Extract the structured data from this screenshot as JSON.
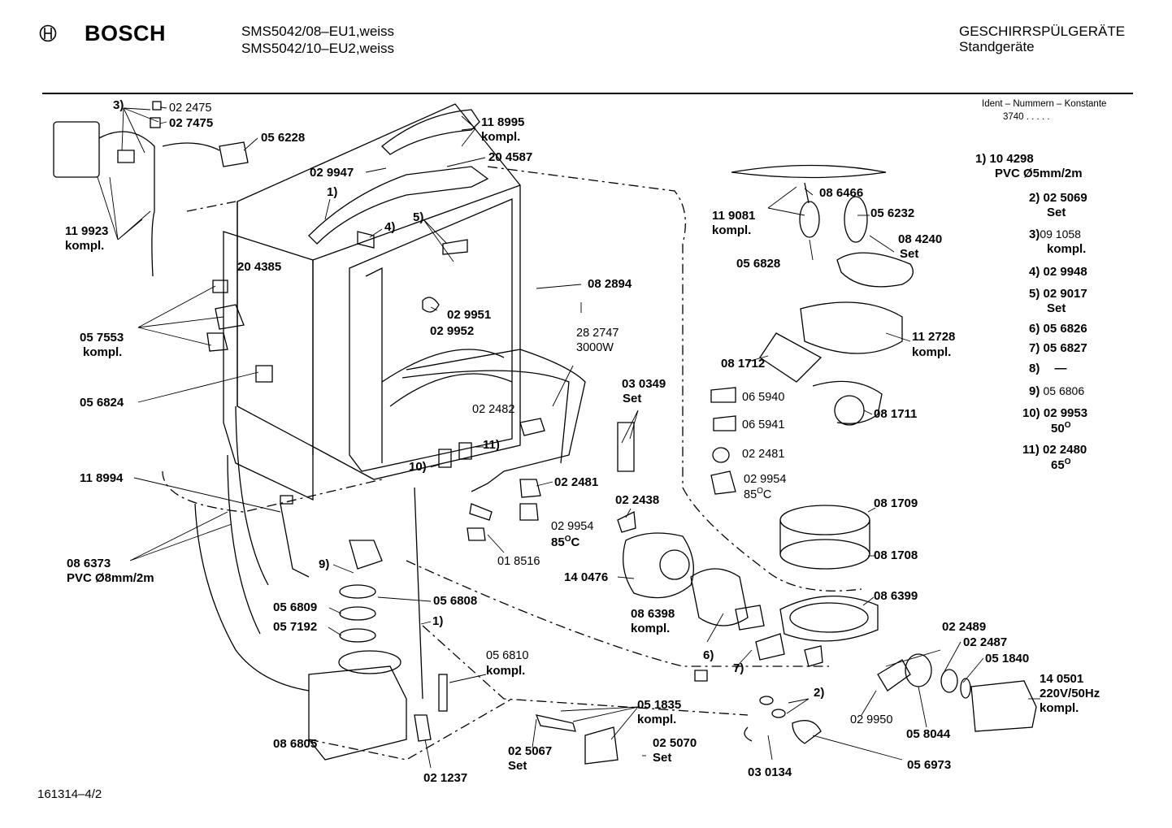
{
  "header": {
    "brand": "BOSCH",
    "models": [
      "SMS5042/08–EU1,weiss",
      "SMS5042/10–EU2,weiss"
    ],
    "category": "GESCHIRRSPÜLGERÄTE",
    "subcategory": "Standgeräte",
    "ident_title": "Ident – Nummern – Konstante",
    "ident_value": "3740  .  .  .  .  ."
  },
  "labels": {
    "l3": "3)",
    "n022475": "02 2475",
    "n027475": "02 7475",
    "n056228": "05 6228",
    "n118995": "11 8995",
    "kompl_a": "kompl.",
    "n204587": "20 4587",
    "n029947": "02 9947",
    "l1a": "1)",
    "l4": "4)",
    "l5": "5)",
    "n119923": "11 9923",
    "kompl_b": "kompl.",
    "n204385": "20 4385",
    "n082894": "08 2894",
    "n029951": "02 9951",
    "n029952": "02 9952",
    "n057553": "05 7553",
    "kompl_c": "kompl.",
    "n282747": "28 2747",
    "w3000": "3000W",
    "n056824": "05 6824",
    "n030349": "03 0349",
    "set_a": "Set",
    "n022482": "02 2482",
    "l11": "11)",
    "l10": "10)",
    "n118994": "11 8994",
    "n022481a": "02 2481",
    "n022438": "02 2438",
    "n029954a": "02 9954",
    "c85a": "85",
    "n086373": "08 6373",
    "pvc8": "PVC Ø8mm/2m",
    "l9": "9)",
    "n018516": "01 8516",
    "n140476": "14 0476",
    "n056809": "05 6809",
    "n056808": "05 6808",
    "n057192": "05 7192",
    "l1b": "1)",
    "n086398": "08 6398",
    "kompl_d": "kompl.",
    "l6": "6)",
    "l7": "7)",
    "n056810": "05 6810",
    "kompl_e": "kompl.",
    "n051835": "05 1835",
    "kompl_f": "kompl.",
    "n086805": "08 6805",
    "n025067": "02 5067",
    "set_b": "Set",
    "n025070": "02 5070",
    "set_c": "Set",
    "n021237": "02 1237",
    "n086466": "08 6466",
    "n119081": "11 9081",
    "kompl_g": "kompl.",
    "n056232": "05 6232",
    "n084240": "08 4240",
    "set_d": "Set",
    "n056828": "05 6828",
    "n112728": "11 2728",
    "kompl_h": "kompl.",
    "n081712": "08 1712",
    "n065940": "06 5940",
    "n065941": "06 5941",
    "n081711": "08 1711",
    "n022481b": "02 2481",
    "n029954b": "02 9954",
    "c85b": "85",
    "n081709": "08 1709",
    "n081708": "08 1708",
    "n086399": "08 6399",
    "n022489": "02 2489",
    "n022487": "02 2487",
    "n051840": "05 1840",
    "l2": "2)",
    "n140501": "14 0501",
    "v220": "220V/50Hz",
    "kompl_i": "kompl.",
    "n029950": "02 9950",
    "n058044": "05 8044",
    "n030134": "03 0134",
    "n056973": "05 6973",
    "deg_c": "C",
    "deg_o": "O"
  },
  "legend": [
    {
      "key": "1)",
      "value": "10 4298",
      "note": "PVC Ø5mm/2m"
    },
    {
      "key": "2)",
      "value": "02 5069",
      "note": "Set"
    },
    {
      "key": "3)",
      "value": "09 1058",
      "note": "kompl."
    },
    {
      "key": "4)",
      "value": "02 9948",
      "note": ""
    },
    {
      "key": "5)",
      "value": "02 9017",
      "note": "Set"
    },
    {
      "key": "6)",
      "value": "05 6826",
      "note": ""
    },
    {
      "key": "7)",
      "value": "05 6827",
      "note": ""
    },
    {
      "key": "8)",
      "value": "—",
      "note": ""
    },
    {
      "key": "9)",
      "value": "05 6806",
      "note": ""
    },
    {
      "key": "10)",
      "value": "02 9953",
      "note": "50"
    },
    {
      "key": "11)",
      "value": "02 2480",
      "note": "65"
    }
  ],
  "footer": {
    "drawing_no": "161314–4/2"
  }
}
